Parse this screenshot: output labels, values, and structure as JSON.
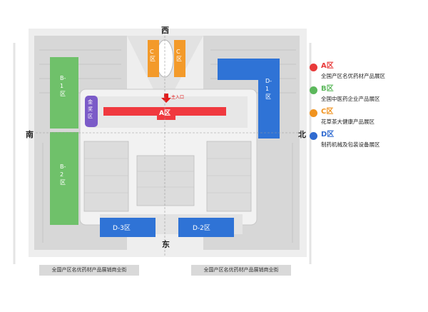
{
  "directions": {
    "north": "北",
    "south": "南",
    "east": "东",
    "west": "西"
  },
  "entrance_label": "主入口",
  "zones": {
    "A": {
      "label": "A区",
      "color": "#f0393f"
    },
    "B1": {
      "label": "B-1区",
      "color": "#6fc16a"
    },
    "B2": {
      "label": "B-2区",
      "color": "#6fc16a"
    },
    "C1": {
      "label": "C区",
      "color": "#f39a2a"
    },
    "C2": {
      "label": "C区",
      "color": "#f39a2a"
    },
    "D1": {
      "label": "D-1区",
      "color": "#2f73d6"
    },
    "D2": {
      "label": "D-2区",
      "color": "#2f73d6"
    },
    "D3": {
      "label": "D-3区",
      "color": "#2f73d6"
    },
    "gold": {
      "label": "金奖区",
      "color": "#7b5bc8"
    }
  },
  "legend": [
    {
      "title": "A区",
      "desc": "全国产区名优药材产品展区",
      "color": "#e83a3a"
    },
    {
      "title": "B区",
      "desc": "全国中医药企业产品展区",
      "color": "#5cb85c"
    },
    {
      "title": "C区",
      "desc": "花草茶大健康产品展区",
      "color": "#f0931f"
    },
    {
      "title": "D区",
      "desc": "制药机械及包装设备展区",
      "color": "#2f6ad0"
    }
  ],
  "streets": {
    "left": "全国产区名优药材产品展销商业街",
    "right": "全国产区名优药材产品展销商业街"
  }
}
